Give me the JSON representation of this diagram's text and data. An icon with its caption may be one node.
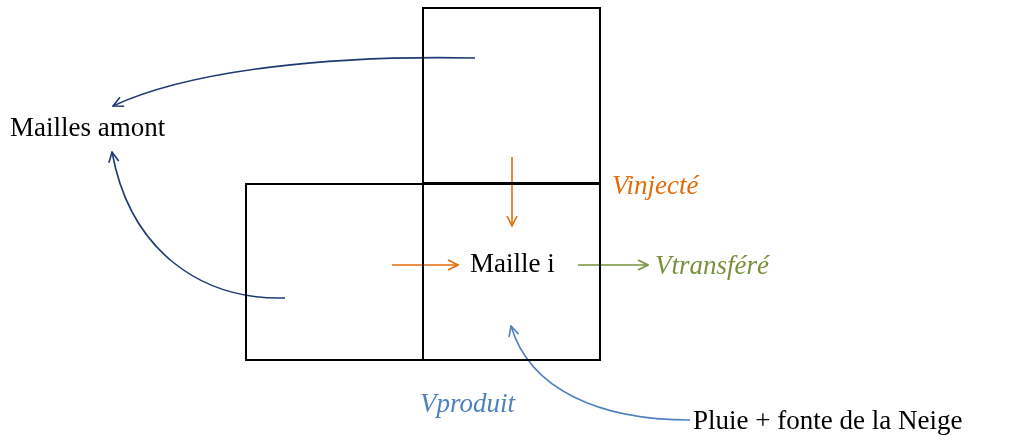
{
  "diagram": {
    "nodes": [
      {
        "text": [],
        "shape": "box"
      },
      {
        "text": [],
        "shape": "box"
      },
      {
        "text": [
          "Maille i"
        ]
      },
      {
        "text": [
          "Mailles amont"
        ]
      },
      {
        "text": [
          "Vtransféré"
        ]
      },
      {
        "text": [
          "Pluie + fonte de la Neige"
        ]
      }
    ],
    "edges": [
      {
        "from": 0,
        "to": 3,
        "arrow": "to",
        "color": "#1f3b73"
      },
      {
        "from": 1,
        "to": 3,
        "arrow": "to",
        "color": "#1f3b73"
      },
      {
        "from": 0,
        "to": 2,
        "arrow": "to",
        "color": "#e36c0a"
      },
      {
        "from": 1,
        "to": 2,
        "arrow": "to",
        "color": "#e36c0a"
      },
      {
        "from": 2,
        "to": 4,
        "arrow": "to",
        "color": "#76923c"
      },
      {
        "from": 5,
        "to": 2,
        "arrow": "to",
        "color": "#4f81bd"
      }
    ],
    "labels": [
      "Vinjecté",
      "Vproduit"
    ]
  }
}
